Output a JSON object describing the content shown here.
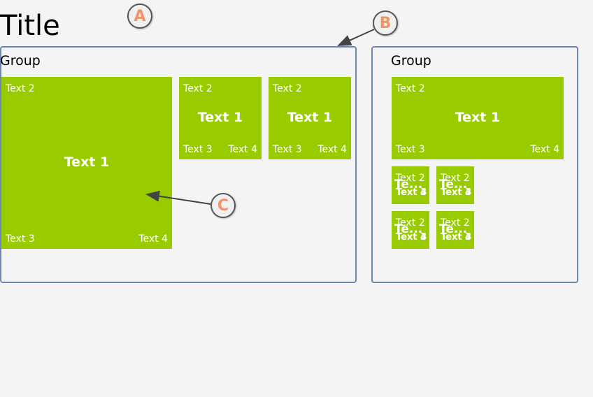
{
  "title": "Title",
  "groups": [
    {
      "label": "Group",
      "tiles": [
        {
          "t1": "Text 1",
          "t2": "Text 2",
          "t3": "Text 3",
          "t4": "Text 4"
        },
        {
          "t1": "Text 1",
          "t2": "Text 2",
          "t3": "Text 3",
          "t4": "Text 4"
        },
        {
          "t1": "Text 1",
          "t2": "Text 2",
          "t3": "Text 3",
          "t4": "Text 4"
        }
      ]
    },
    {
      "label": "Group",
      "tiles": [
        {
          "t1": "Text 1",
          "t2": "Text 2",
          "t3": "Text 3",
          "t4": "Text 4"
        },
        {
          "t1": "Te...",
          "t2": "Text 2",
          "t3": "Text 3",
          "t4": "Text 4"
        },
        {
          "t1": "Te...",
          "t2": "Text 2",
          "t3": "Text 3",
          "t4": "Text 4"
        },
        {
          "t1": "Te...",
          "t2": "Text 2",
          "t3": "Text 3",
          "t4": "Text 4"
        },
        {
          "t1": "Te...",
          "t2": "Text 2",
          "t3": "Text 3",
          "t4": "Text 4"
        }
      ]
    }
  ],
  "callouts": {
    "a": "A",
    "b": "B",
    "c": "C"
  },
  "colors": {
    "tile": "#99cc00",
    "group_border": "#6a86b5",
    "callout_text": "#f0956a"
  }
}
